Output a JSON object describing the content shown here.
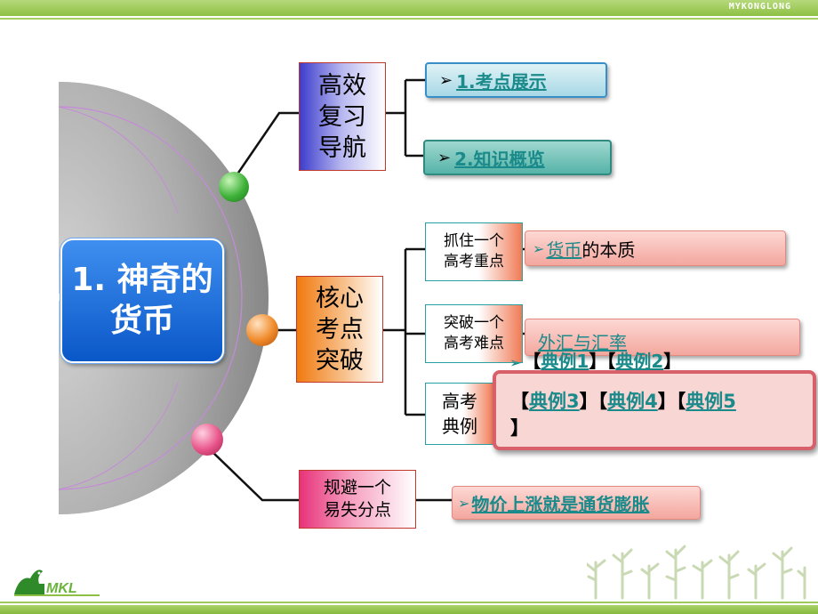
{
  "header": {
    "brand": "MYKONGLONG"
  },
  "center": {
    "title": "1. 神奇的货币"
  },
  "branches": {
    "review": {
      "label": "高效复习导航",
      "items": [
        {
          "arrow": "➢",
          "label": "1.考点展示"
        },
        {
          "arrow": "➢",
          "label": "2.知识概览"
        }
      ]
    },
    "core": {
      "label": "核心考点突破",
      "focus": {
        "label": "抓住一个高考重点",
        "arrow": "➢",
        "link": "货币",
        "rest": "的本质"
      },
      "difficult": {
        "label": "突破一个高考难点",
        "link": "外汇与汇率"
      },
      "examples": {
        "label": "高考典例",
        "row1": {
          "arrow": "➢",
          "open1": "【",
          "ex1": "典例1",
          "mid": "】【",
          "ex2": "典例2",
          "close": "】"
        },
        "row2": {
          "open1": "【",
          "ex3": "典例3",
          "sep1": "】【",
          "ex4": "典例4",
          "sep2": "】【",
          "ex5": "典例5",
          "close": "】"
        }
      }
    },
    "avoid": {
      "label": "规避一个易失分点",
      "arrow": "➢",
      "link": "物价上涨就是通货膨胀"
    }
  },
  "colors": {
    "center": "#1f6fe0",
    "review_box": "#3d3dcc",
    "core_box": "#f07a10",
    "avoid_box": "#e8337a",
    "link": "#1a8a8a",
    "frame": "#8fc045"
  },
  "icons": [
    "green-ball-icon",
    "orange-ball-icon",
    "pink-ball-icon",
    "dinosaur-logo-icon",
    "plants-decoration-icon"
  ]
}
